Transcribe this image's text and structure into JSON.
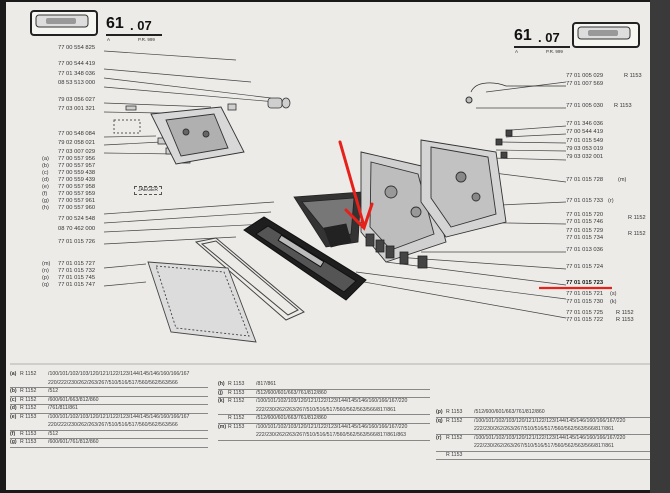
{
  "header_left": {
    "page_number": "61",
    "page_suffix": ". 07",
    "small_left": "A",
    "small_right": "P.R. 999"
  },
  "header_right": {
    "page_number": "61",
    "page_suffix": ". 07",
    "small_left": "A",
    "small_right": "P.R. 999"
  },
  "left_refs": [
    {
      "text": "77 00 554 825"
    },
    {
      "text": "77 00 544 419"
    },
    {
      "text": "77 01 348 036"
    },
    {
      "text": "08 53 513 000"
    },
    {
      "text": "79 03 056 027"
    },
    {
      "text": "77 03 001 321"
    },
    {
      "text": "77 00 548 084"
    },
    {
      "text": "79 02 058 021"
    },
    {
      "text": "77 03 007 029"
    },
    {
      "text": "77 00 557 956"
    },
    {
      "text": "77 00 557 957"
    },
    {
      "text": "77 00 559 438"
    },
    {
      "text": "77 00 559 439"
    },
    {
      "text": "77 00 557 958"
    },
    {
      "text": "77 00 557 959"
    },
    {
      "text": "77 00 557 961"
    },
    {
      "text": "77 00 557 960"
    },
    {
      "text": "77 00 524 548"
    },
    {
      "text": "08 70 462 000"
    },
    {
      "text": "77 01 015 726"
    },
    {
      "text": "77 01 015 727"
    },
    {
      "text": "77 01 015 732"
    },
    {
      "text": "77 01 015 745"
    },
    {
      "text": "77 01 015 747"
    }
  ],
  "left_letters": [
    "(a)",
    "(b)",
    "(c)",
    "(d)",
    "(e)",
    "(f)",
    "(g)",
    "(h)"
  ],
  "left_letters2": [
    "(m)",
    "(n)",
    "(p)",
    "(q)"
  ],
  "right_refs": [
    {
      "text": "77 01 005 029"
    },
    {
      "text": "77 01 007 569"
    },
    {
      "text": "77 01 005 030"
    },
    {
      "text": "77 01 346 036"
    },
    {
      "text": "77 00 544 419"
    },
    {
      "text": "77 01 015 549"
    },
    {
      "text": "79 03 053 019"
    },
    {
      "text": "79 03 032 001"
    },
    {
      "text": "77 01 015 728"
    },
    {
      "text": "77 01 015 733"
    },
    {
      "text": "77 01 015 720"
    },
    {
      "text": "77 01 015 746"
    },
    {
      "text": "77 01 015 729"
    },
    {
      "text": "77 01 015 734"
    },
    {
      "text": "77 01 013 036"
    },
    {
      "text": "77 01 015 724"
    },
    {
      "text": "77 01 015 723"
    },
    {
      "text": "77 01 015 721"
    },
    {
      "text": "77 01 015 730"
    },
    {
      "text": "77 01 015 725"
    },
    {
      "text": "77 01 015 722"
    }
  ],
  "right_notes": [
    "R 1153",
    "R 1153",
    "(m)",
    "(r)",
    "R 1152",
    "R 1152",
    "(s)",
    "(k)",
    "R 1152",
    "R 1153"
  ],
  "tag_label": "JAEGER",
  "bottom_left": [
    {
      "tag": "(a)",
      "ref": "R 1152",
      "codes1": "/100/101/102/103/120/121/122/123/144/145/146/160/166/167",
      "codes2": "220/222/230/262/263/267/510/516/517/560/562/563/566"
    },
    {
      "tag": "(b)",
      "ref": "R 1152",
      "codes1": "/512",
      "codes2": ""
    },
    {
      "tag": "(c)",
      "ref": "R 1152",
      "codes1": "/600/601/663/812/860",
      "codes2": ""
    },
    {
      "tag": "(d)",
      "ref": "R 1152",
      "codes1": "/761/811/861",
      "codes2": ""
    },
    {
      "tag": "(e)",
      "ref": "R 1153",
      "codes1": "/100/101/102/103/120/121/122/123/144/145/146/160/166/167",
      "codes2": "220/222/230/262/263/267/510/516/517/560/562/563/566"
    },
    {
      "tag": "(f)",
      "ref": "R 1153",
      "codes1": "/512",
      "codes2": ""
    },
    {
      "tag": "(g)",
      "ref": "R 1153",
      "codes1": "/600/601/761/812/860",
      "codes2": ""
    }
  ],
  "bottom_mid": [
    {
      "tag": "(h)",
      "ref": "R 1153",
      "codes1": "/817/861",
      "codes2": ""
    },
    {
      "tag": "(j)",
      "ref": "R 1153",
      "codes1": "/512/600/601/663/761/812/860",
      "codes2": ""
    },
    {
      "tag": "(k)",
      "ref": "R 1152",
      "codes1": "/100/101/102/103/120/121/122/123/144/145/146/160/166/167/220",
      "codes2": "222/230/262/263/267/510/516/517/560/562/563/566/817/861"
    },
    {
      "tag": "",
      "ref": "R 1152",
      "codes1": "/512/600/601/663/761/812/860",
      "codes2": ""
    },
    {
      "tag": "(m)",
      "ref": "R 1153",
      "codes1": "/100/101/102/103/120/121/122/123/144/145/146/160/166/167/220",
      "codes2": "222/230/262/263/267/510/516/517/560/562/563/566/817/861/863"
    }
  ],
  "bottom_right": [
    {
      "tag": "(p)",
      "ref": "R 1153",
      "codes1": "/512/600/601/663/761/812/860",
      "codes2": ""
    },
    {
      "tag": "(q)",
      "ref": "R 1152",
      "codes1": "/100/101/102/103/120/121/122/123/144/145/146/160/166/167/220",
      "codes2": "222/230/262/263/267/510/516/517/560/562/563/566/817/861"
    },
    {
      "tag": "(r)",
      "ref": "R 1152",
      "codes1": "/100/101/102/103/120/121/122/123/144/145/146/160/166/167/220",
      "codes2": "222/230/262/263/267/510/516/517/560/562/563/566/817/861"
    },
    {
      "tag": "",
      "ref": "R 1153",
      "codes1": "",
      "codes2": ""
    }
  ],
  "colors": {
    "paper": "#ecebe8",
    "ink": "#222222",
    "highlight": "#e8201a"
  }
}
